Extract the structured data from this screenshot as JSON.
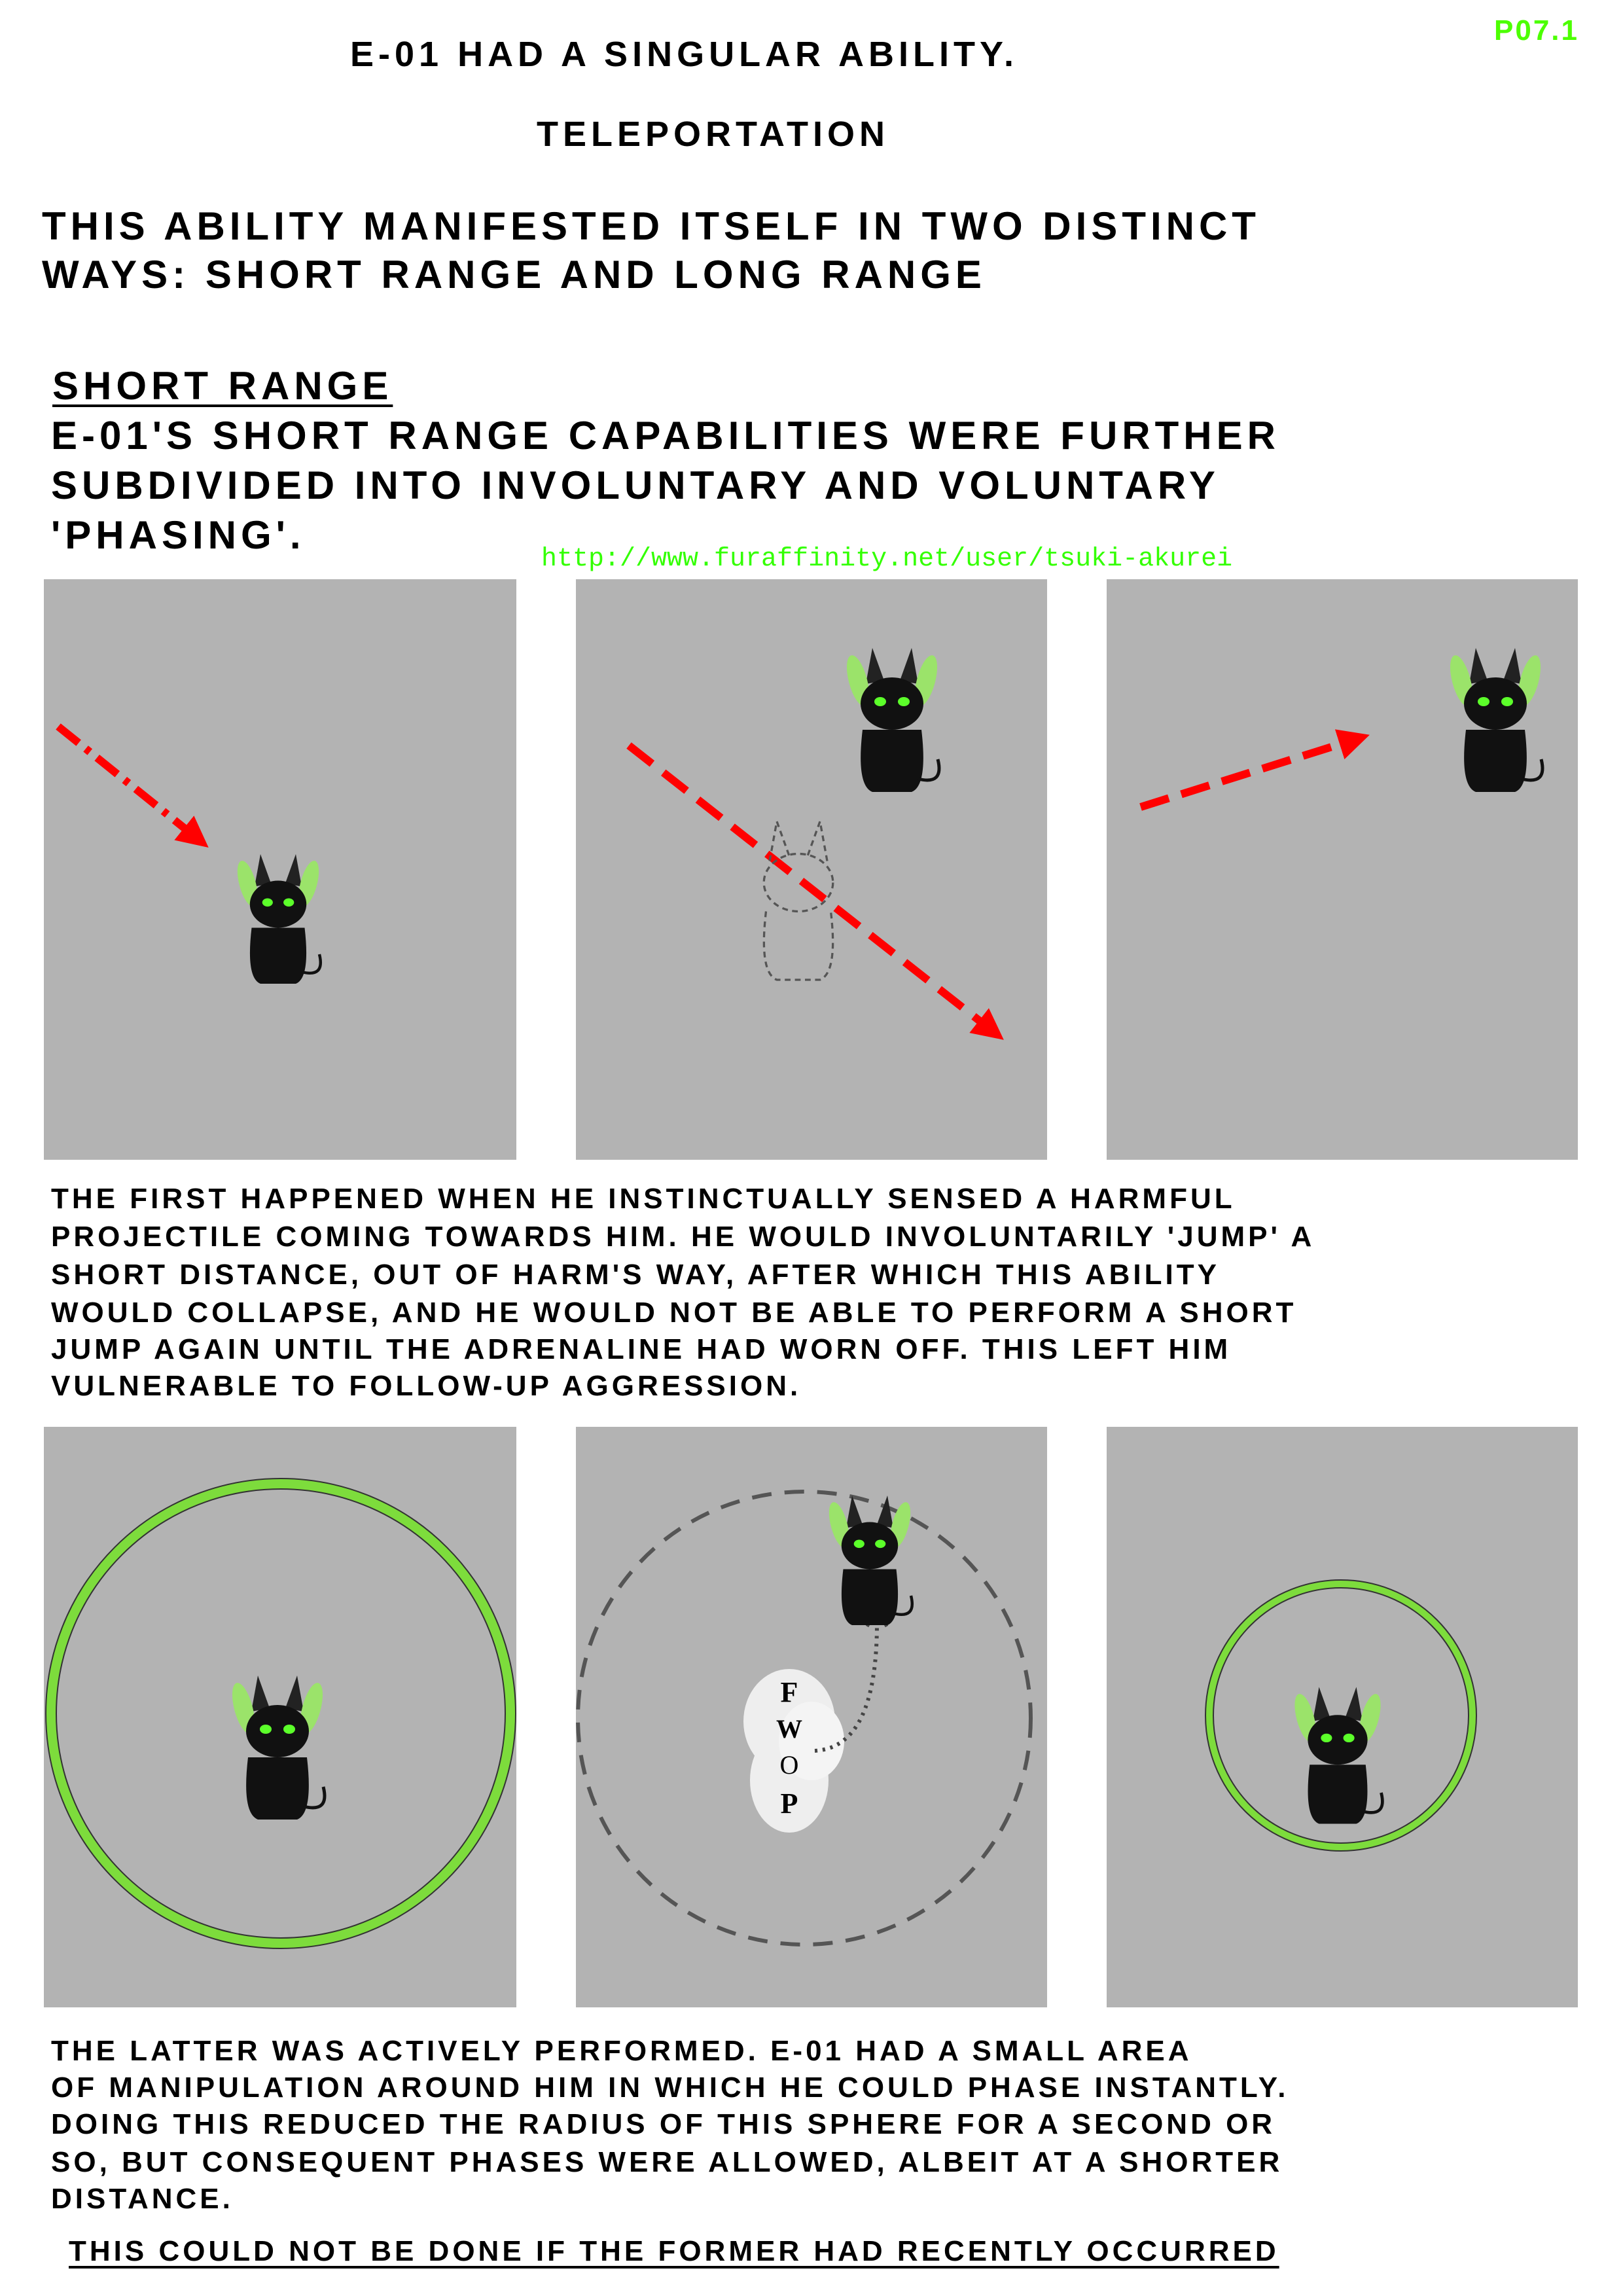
{
  "page_number": "P07.1",
  "title": "E-01 had a singular ability.",
  "subtitle": "Teleportation",
  "intro_lines": [
    "This ability manifested itself in two distinct",
    "ways: short range and long range"
  ],
  "section_heading": "Short Range",
  "section_lines": [
    "E-01's short range capabilities were further",
    "subdivided into involuntary and voluntary",
    "'phasing'."
  ],
  "url": "http://www.furaffinity.net/user/tsuki-akurei",
  "paragraph1": [
    "The first happened when he instinctually sensed a harmful",
    "projectile coming towards him. He would involuntarily 'jump' a",
    "short distance, out of harm's way, after which this ability",
    "would collapse, and he would not be able to perform a short",
    "jump again until the adrenaline had worn off. This left him",
    "vulnerable to follow-up aggression."
  ],
  "paragraph2": [
    "The latter was actively performed. E-01 had a small area",
    "of manipulation around him in which he could phase instantly.",
    "Doing this reduced the radius of this sphere for a second or",
    "so, but consequent phases were allowed, albeit at a shorter",
    "distance."
  ],
  "footer_note": "This could not be done if the former had recently occurred",
  "sfx": [
    "F",
    "W",
    "O",
    "P"
  ],
  "colors": {
    "panel": "#b3b3b3",
    "accent_green": "#4cff00",
    "arrow_red": "#ff0000",
    "ring_green": "#7ddc3c"
  }
}
